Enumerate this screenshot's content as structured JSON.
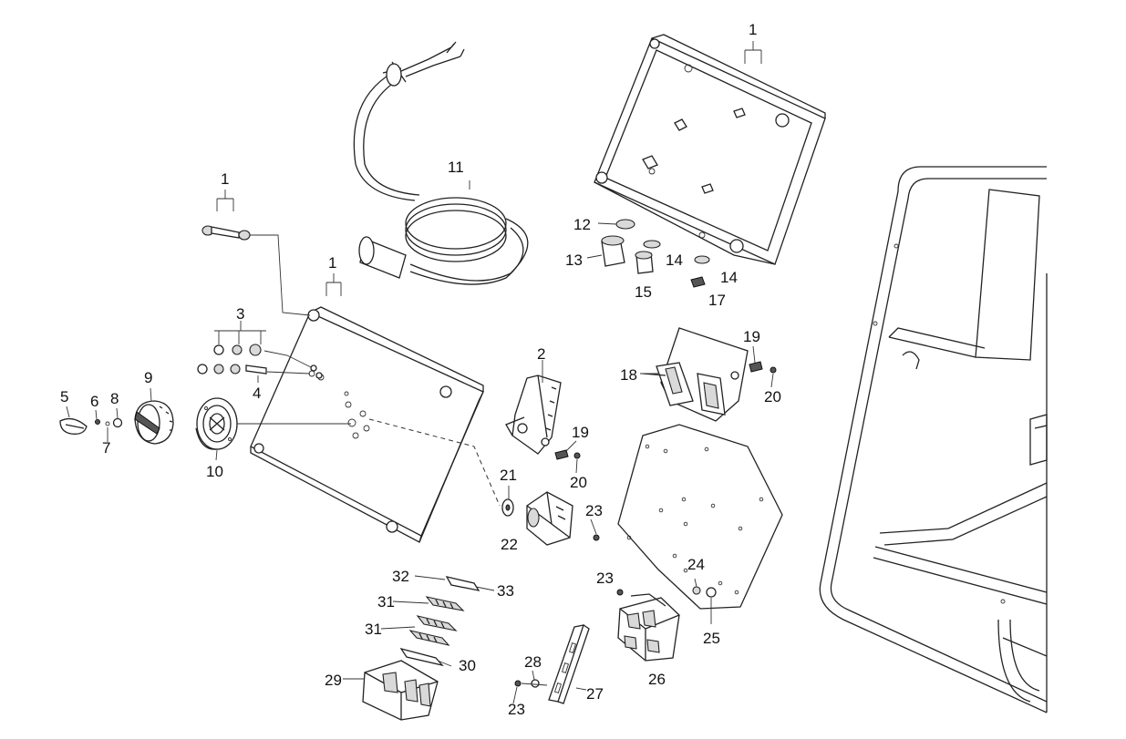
{
  "diagram": {
    "callouts": {
      "c1_top": "1",
      "c1_left": "1",
      "c1_mid": "1",
      "c2": "2",
      "c3": "3",
      "c4": "4",
      "c5": "5",
      "c6": "6",
      "c7": "7",
      "c8": "8",
      "c9": "9",
      "c10": "10",
      "c11": "11",
      "c12": "12",
      "c13": "13",
      "c14a": "14",
      "c14b": "14",
      "c15": "15",
      "c17": "17",
      "c18": "18",
      "c19a": "19",
      "c19b": "19",
      "c20a": "20",
      "c20b": "20",
      "c21": "21",
      "c22": "22",
      "c23a": "23",
      "c23b": "23",
      "c23c": "23",
      "c24": "24",
      "c25": "25",
      "c26": "26",
      "c27": "27",
      "c28": "28",
      "c29": "29",
      "c30": "30",
      "c31a": "31",
      "c31b": "31",
      "c32": "32",
      "c33": "33"
    }
  }
}
